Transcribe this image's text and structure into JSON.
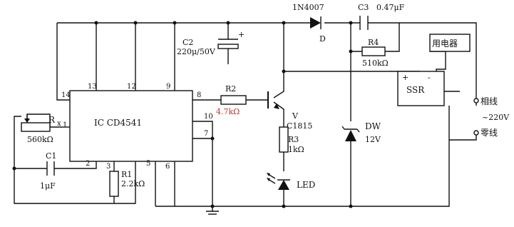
{
  "ic": {
    "label": "IC  CD4541"
  },
  "pins": {
    "p14": "14",
    "p13": "13",
    "p12": "12",
    "p9": "9",
    "p8": "8",
    "p10": "10",
    "p7": "7",
    "p1": "1",
    "p2": "2",
    "p3": "3",
    "p5": "5",
    "p6": "6"
  },
  "rx": {
    "name": "R",
    "sub": "x",
    "value": "560kΩ"
  },
  "c1": {
    "name": "C1",
    "value": "1μF"
  },
  "r1": {
    "name": "R1",
    "value": "2.2kΩ"
  },
  "c2": {
    "name": "C2",
    "value": "220μ/50V",
    "polarity": "+"
  },
  "r2": {
    "name": "R2",
    "value": "4.7kΩ",
    "value_color": "#c0392b"
  },
  "transistor": {
    "name": "V",
    "type": "C1815"
  },
  "r3": {
    "name": "R3",
    "value": "1kΩ"
  },
  "led": {
    "name": "LED"
  },
  "diode": {
    "part": "1N4007",
    "name": "D"
  },
  "c3": {
    "name": "C3",
    "value": "0.47μF"
  },
  "r4": {
    "name": "R4",
    "value": "510kΩ"
  },
  "zener": {
    "name": "DW",
    "value": "12V"
  },
  "ssr": {
    "name": "SSR",
    "plus": "+",
    "minus": "-"
  },
  "load": {
    "name": "用电器"
  },
  "mains": {
    "phase": "相线",
    "voltage": "~220V",
    "neutral": "零线"
  }
}
